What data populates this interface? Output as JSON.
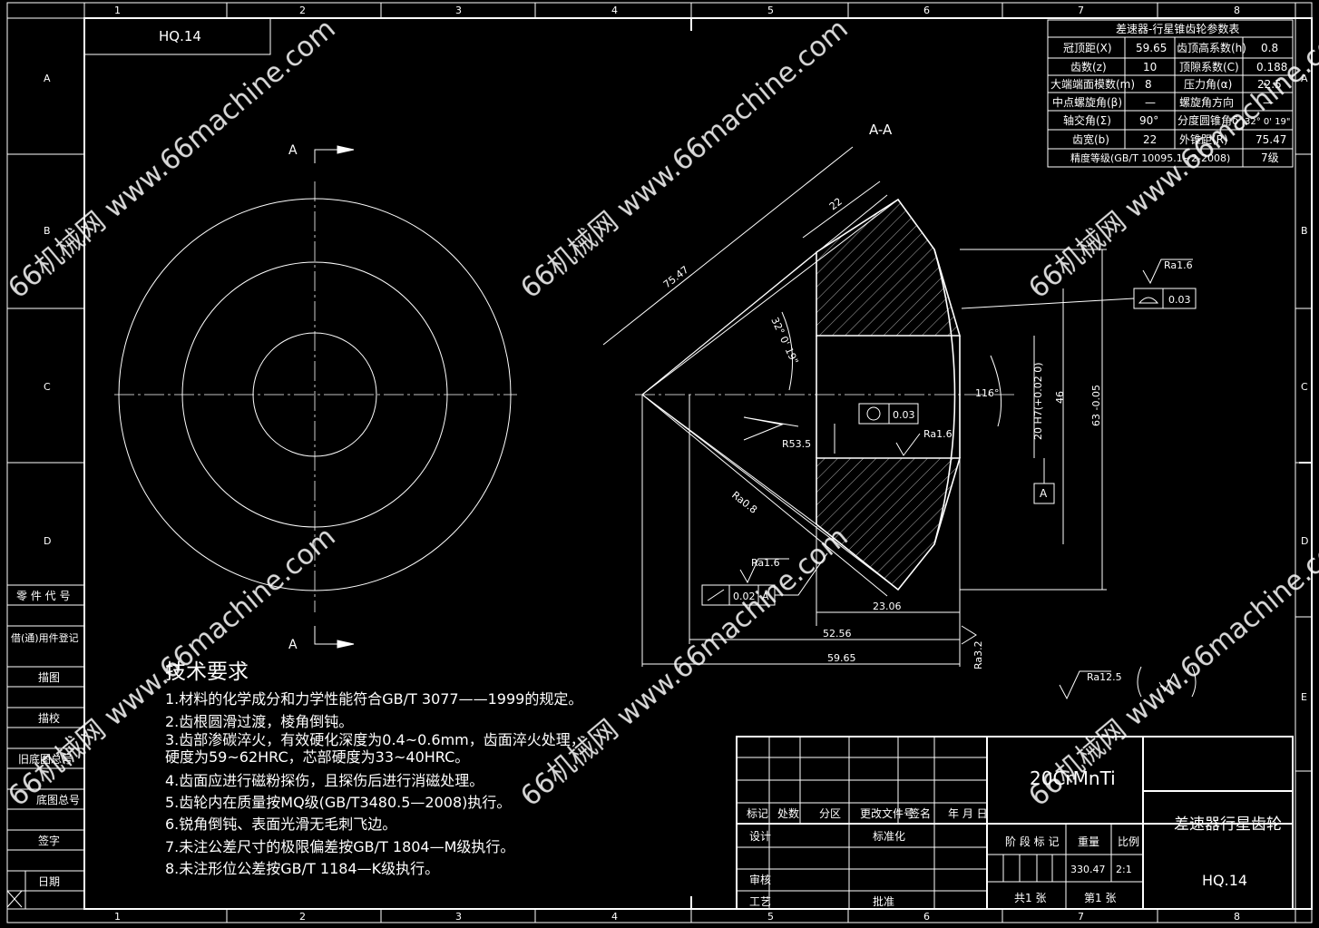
{
  "sheet": {
    "col_labels": [
      "1",
      "2",
      "3",
      "4",
      "5",
      "6",
      "7",
      "8"
    ],
    "row_labels": [
      "A",
      "B",
      "C",
      "D",
      "E"
    ],
    "drawing_no_top": "HQ.14"
  },
  "side_panel": [
    "零 件 代 号",
    "借(通)用件登记",
    "描图",
    "描校",
    "旧底图总号",
    "底图总号",
    "签字",
    "日期"
  ],
  "param_table": {
    "title": "差速器-行星锥齿轮参数表",
    "rows": [
      [
        "冠顶距(X)",
        "59.65",
        "齿顶高系数(h)",
        "0.8"
      ],
      [
        "齿数(z)",
        "10",
        "顶隙系数(C)",
        "0.188"
      ],
      [
        "大端端面模数(m)",
        "8",
        "压力角(α)",
        "22.5"
      ],
      [
        "中点螺旋角(β)",
        "—",
        "螺旋角方向",
        "—"
      ],
      [
        "轴交角(Σ)",
        "90°",
        "分度圆锥角δ",
        "32° 0' 19\""
      ],
      [
        "齿宽(b)",
        "22",
        "外锥距(R)",
        "75.47"
      ]
    ],
    "accuracy_label": "精度等级(GB/T 10095.1~2-2008)",
    "accuracy_value": "7级"
  },
  "views": {
    "front_section_mark_top": "A",
    "front_section_mark_bottom": "A",
    "section_title": "A-A"
  },
  "dimensions": {
    "face_width": "22",
    "cone_distance": "75.47",
    "pitch_angle": "32° 0' 19\"",
    "back_angle": "116°",
    "sphere_radius": "R53.5",
    "tip_fillet": "Ra0.8",
    "flat_width": "23.06",
    "length_1": "52.56",
    "length_2": "59.65",
    "hub_dia": "46",
    "bore": "20 H7(+0.02 0)",
    "outer_dia": "63 -0.05",
    "gtol_1": "0.03",
    "gtol_2": "0.03",
    "gtol_3": "0.02",
    "datum": "A",
    "ra_1": "Ra1.6",
    "ra_2": "Ra1.6",
    "ra_3": "Ra1.6",
    "ra_4": "Ra3.2",
    "ra_general": "Ra12.5"
  },
  "tech": {
    "title": "技术要求",
    "lines": [
      "1.材料的化学成分和力学性能符合GB/T 3077——1999的规定。",
      "2.齿根圆滑过渡，棱角倒钝。",
      "3.齿部渗碳淬火，有效硬化深度为0.4~0.6mm，齿面淬火处理，",
      "硬度为59~62HRC，芯部硬度为33~40HRC。",
      "4.齿面应进行磁粉探伤，且探伤后进行消磁处理。",
      "5.齿轮内在质量按MQ级(GB/T3480.5—2008)执行。",
      "6.锐角倒钝、表面光滑无毛刺飞边。",
      "7.未注公差尺寸的极限偏差按GB/T 1804—M级执行。",
      "8.未注形位公差按GB/T 1184—K级执行。"
    ]
  },
  "title_block": {
    "material": "20CrMnTi",
    "part_name": "差速器行星齿轮",
    "drawing_no": "HQ.14",
    "rev_headers": [
      "标记",
      "处数",
      "分区",
      "更改文件号",
      "签名",
      "年 月 日"
    ],
    "design": "设计",
    "standardize": "标准化",
    "check": "审核",
    "process": "工艺",
    "approve": "批准",
    "stage_mark": "阶 段 标 记",
    "weight_label": "重量",
    "scale_label": "比例",
    "weight": "330.47",
    "scale": "2:1",
    "sheets_total": "共1 张",
    "sheet_no": "第1 张"
  },
  "watermark": "66机械网 www.66machine.com"
}
